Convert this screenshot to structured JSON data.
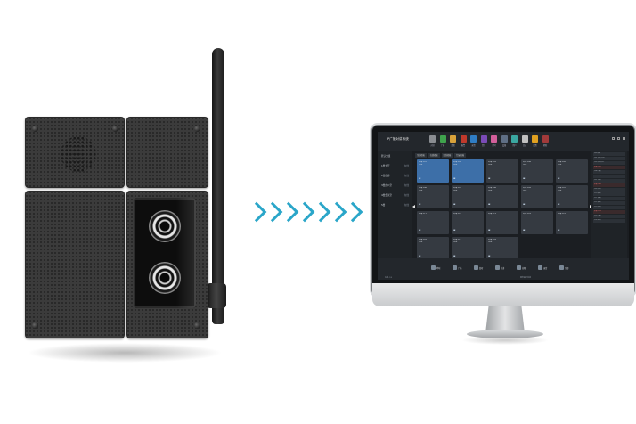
{
  "scene": {
    "arrow_color": "#2aa6c9",
    "arrow_count": 7
  },
  "device": {
    "color": "#3b3b3b",
    "icons": [
      "speaker-grill",
      "camera-lens",
      "antenna"
    ]
  },
  "monitor": {
    "app_title": "IP广播对讲系统",
    "toolbar_icons": [
      {
        "name": "intercom-icon",
        "color": "#8a8d92",
        "label": "对讲"
      },
      {
        "name": "broadcast-icon",
        "color": "#3fa34d",
        "label": "广播"
      },
      {
        "name": "monitor-icon",
        "color": "#d9a23a",
        "label": "监视"
      },
      {
        "name": "alarm-icon",
        "color": "#c0392b",
        "label": "报警"
      },
      {
        "name": "record-icon",
        "color": "#2f7dc4",
        "label": "录音"
      },
      {
        "name": "music-icon",
        "color": "#7a4bb8",
        "label": "音乐"
      },
      {
        "name": "schedule-icon",
        "color": "#d35f9b",
        "label": "定时"
      },
      {
        "name": "device-icon",
        "color": "#5f6f85",
        "label": "设备"
      },
      {
        "name": "user-icon",
        "color": "#3aa7a0",
        "label": "用户"
      },
      {
        "name": "log-icon",
        "color": "#c0c0c0",
        "label": "日志"
      },
      {
        "name": "settings-icon",
        "color": "#e0a020",
        "label": "设置"
      },
      {
        "name": "help-icon",
        "color": "#a23a3a",
        "label": "帮助"
      }
    ],
    "sidebar": [
      "默认分组",
      "1楼大厅",
      "2楼走廊",
      "3楼办公室",
      "4楼会议室",
      "5楼"
    ],
    "sidebar_status": [
      "",
      "在线",
      "在线",
      "在线",
      "在线",
      "在线"
    ],
    "tabs": [
      "全部终端",
      "在线终端",
      "离线终端",
      "忙碌终端"
    ],
    "cards": [
      {
        "name": "终端 101",
        "status": "空闲",
        "active": true
      },
      {
        "name": "终端 102",
        "status": "空闲",
        "active": true
      },
      {
        "name": "终端 103",
        "status": "空闲",
        "active": false
      },
      {
        "name": "终端 104",
        "status": "空闲",
        "active": false
      },
      {
        "name": "终端 105",
        "status": "空闲",
        "active": false
      },
      {
        "name": "终端 106",
        "status": "空闲",
        "active": false
      },
      {
        "name": "终端 107",
        "status": "空闲",
        "active": false
      },
      {
        "name": "终端 108",
        "status": "空闲",
        "active": false
      },
      {
        "name": "终端 109",
        "status": "空闲",
        "active": false
      },
      {
        "name": "终端 110",
        "status": "空闲",
        "active": false
      },
      {
        "name": "终端 111",
        "status": "空闲",
        "active": false
      },
      {
        "name": "终端 112",
        "status": "空闲",
        "active": false
      },
      {
        "name": "终端 113",
        "status": "空闲",
        "active": false
      },
      {
        "name": "终端 114",
        "status": "空闲",
        "active": false
      },
      {
        "name": "终端 115",
        "status": "空闲",
        "active": false
      },
      {
        "name": "终端 116",
        "status": "空闲",
        "active": false
      },
      {
        "name": "终端 117",
        "status": "空闲",
        "active": false
      },
      {
        "name": "终端 118",
        "status": "空闲",
        "active": false
      }
    ],
    "right_panel_rows": [
      "呼叫记录",
      "101 呼叫 102",
      "103 呼叫中心",
      "报警 105",
      "104 广播",
      "106 监听",
      "107 对讲",
      "报警 108",
      "109 呼叫",
      "110 通话",
      "111 挂断",
      "112 通话",
      "113 呼叫",
      "报警 114",
      "115 广播",
      "116 监听"
    ],
    "right_panel_red": [
      3,
      7,
      13
    ],
    "bottom_buttons": [
      "呼叫",
      "广播",
      "监听",
      "对讲",
      "挂断",
      "录音",
      "全部"
    ],
    "status_left": "在线: 18",
    "status_right": "服务器已连接"
  }
}
